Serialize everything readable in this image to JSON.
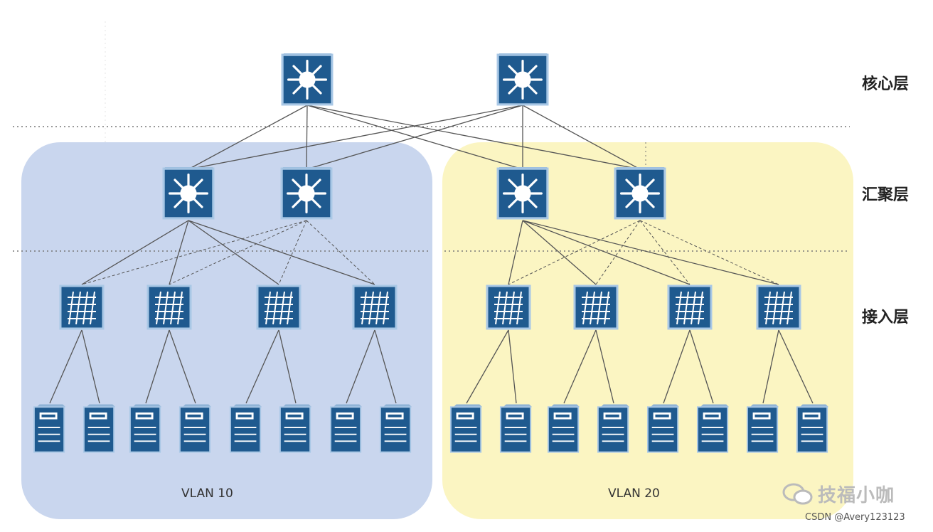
{
  "layers": [
    {
      "key": "core",
      "label": "核心层"
    },
    {
      "key": "aggregation",
      "label": "汇聚层"
    },
    {
      "key": "access",
      "label": "接入层"
    }
  ],
  "vlans": [
    {
      "label": "VLAN 10",
      "color": "#c9d6ee"
    },
    {
      "label": "VLAN 20",
      "color": "#fbf5c2"
    }
  ],
  "nodes": {
    "core_switches": 2,
    "aggregation_switches": 4,
    "access_switches": 8,
    "servers": 16
  },
  "colors": {
    "device": "#1f5a8f",
    "device_border": "#a9c8e6",
    "link": "#555555",
    "divider": "#777777"
  },
  "watermark": {
    "brand": "技福小咖",
    "credit": "CSDN @Avery123123"
  }
}
